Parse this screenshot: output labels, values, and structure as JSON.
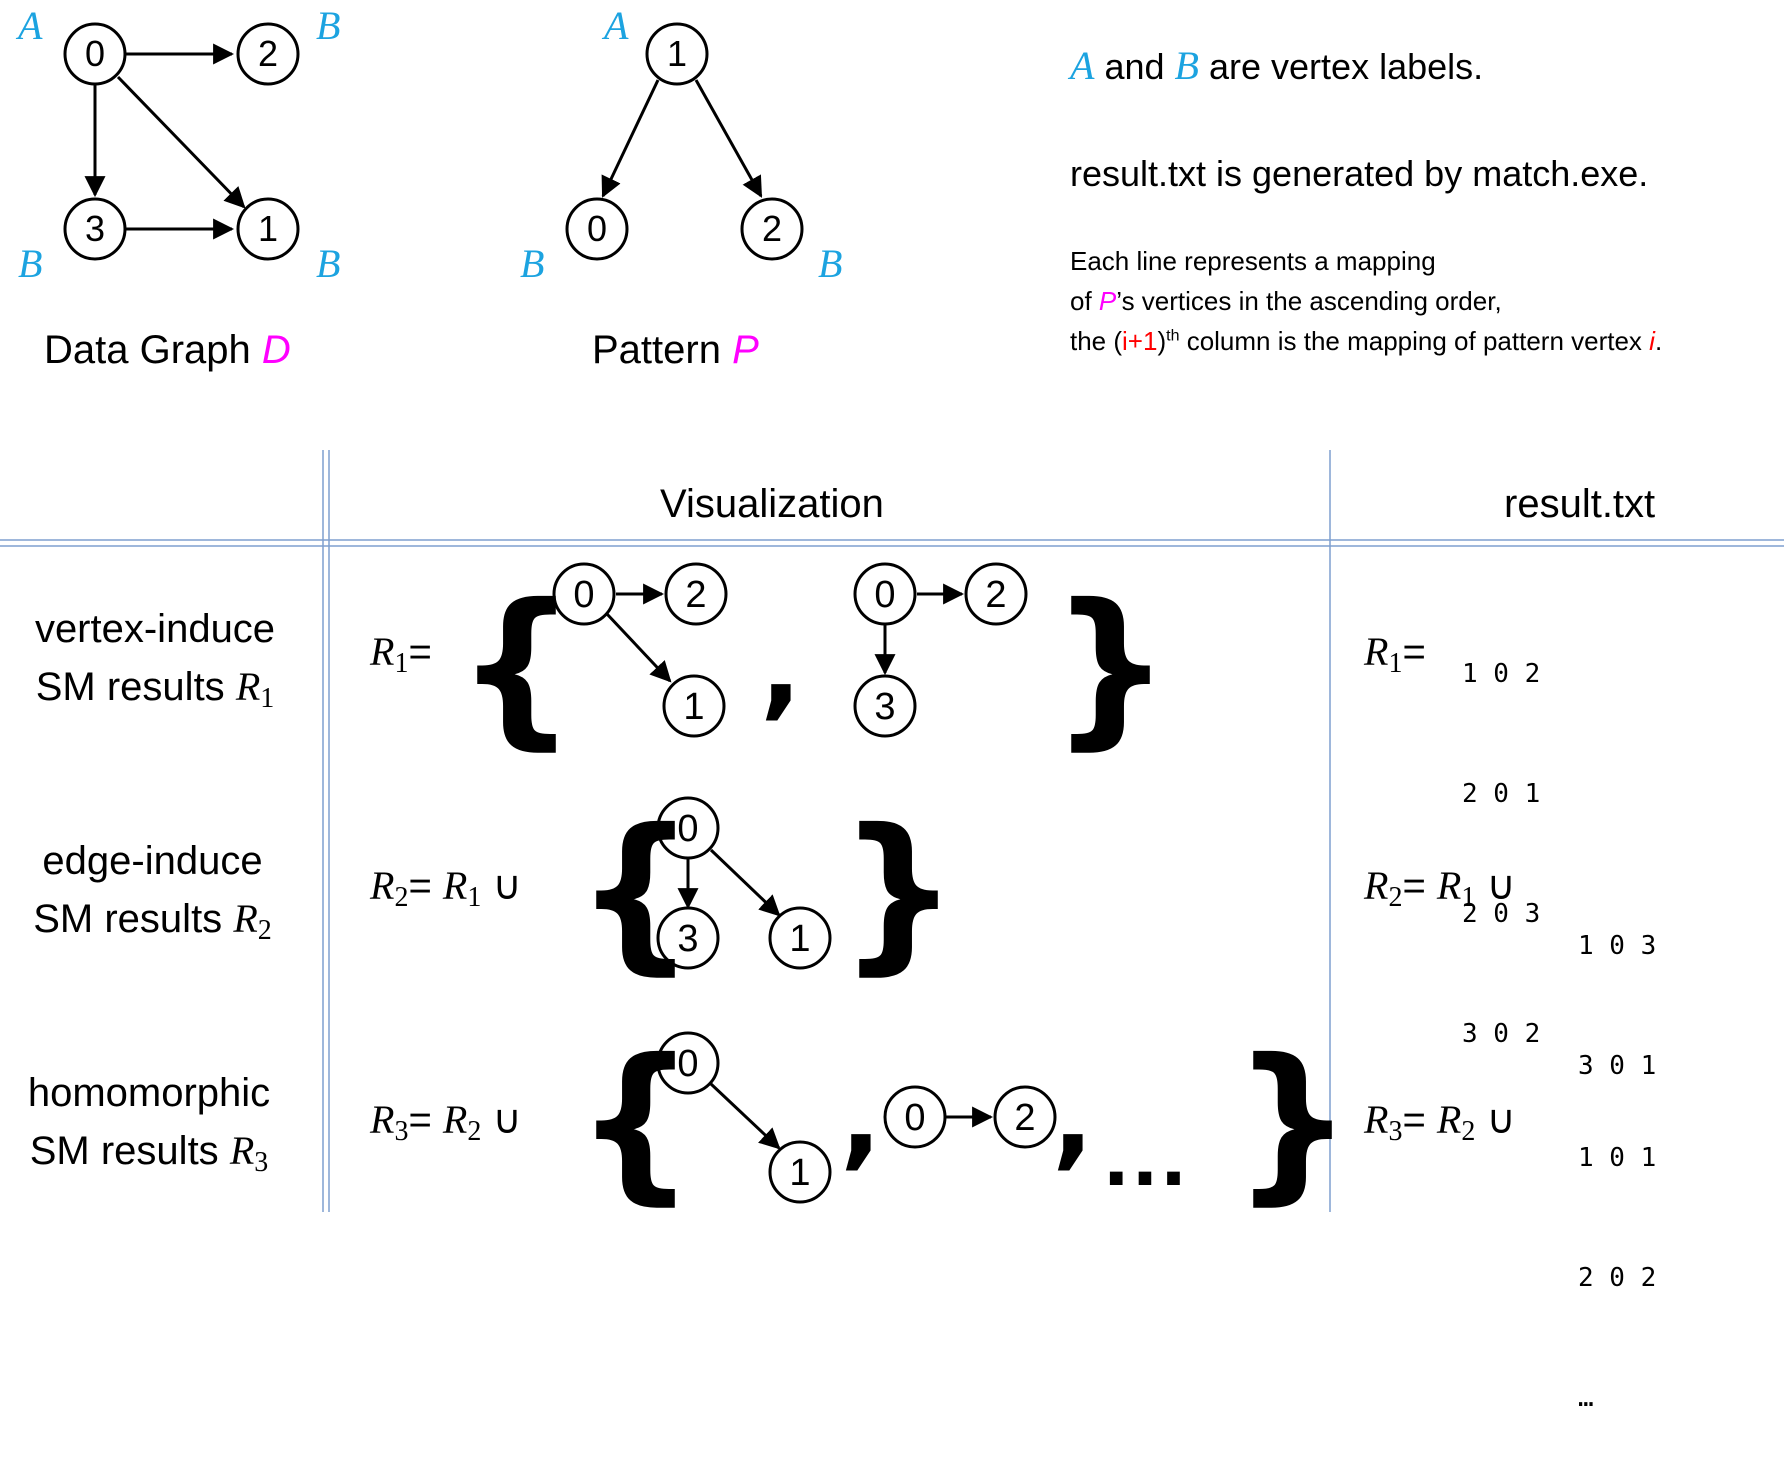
{
  "top": {
    "data_graph": {
      "caption": "Data Graph",
      "caption_symbol": "D",
      "nodes": [
        "0",
        "2",
        "3",
        "1"
      ],
      "labels": [
        "A",
        "B",
        "B",
        "B"
      ]
    },
    "pattern": {
      "caption": "Pattern",
      "caption_symbol": "P",
      "nodes": [
        "1",
        "0",
        "2"
      ],
      "labels": [
        "A",
        "B",
        "B"
      ]
    },
    "notes": {
      "line1_a": "A",
      "line1_and": "and",
      "line1_b": "B",
      "line1_rest": "are vertex labels.",
      "line2": "result.txt is generated by match.exe.",
      "line3": "Each line represents a mapping",
      "line4_of": "of",
      "line4_p": "P",
      "line4_rest": "’s vertices in the ascending order,",
      "line5_the": "the (",
      "line5_i1": "i+1",
      "line5_close": ")",
      "line5_th": "th",
      "line5_rest": " column is the mapping of pattern vertex ",
      "line5_i": "i",
      "line5_end": "."
    }
  },
  "table": {
    "header_visualization": "Visualization",
    "header_result": "result.txt",
    "rows": [
      {
        "name_line1": "vertex-induce",
        "name_line2": "SM results",
        "symbol": "R",
        "sub": "1",
        "vis_lhs_sym": "R",
        "vis_lhs_sub": "1",
        "eq": "=",
        "vis_nodes": [
          "0",
          "2",
          "1",
          "0",
          "2",
          "3"
        ],
        "result_lhs": "R",
        "result_sub": "1",
        "result_eq": "=",
        "result_lines": [
          "1 0 2",
          "2 0 1",
          "2 0 3",
          "3 0 2"
        ]
      },
      {
        "name_line1": "edge-induce",
        "name_line2": "SM results",
        "symbol": "R",
        "sub": "2",
        "vis_lhs_sym": "R",
        "vis_lhs_sub": "2",
        "eq": "=",
        "vis_prev_sym": "R",
        "vis_prev_sub": "1",
        "union": "∪",
        "vis_nodes": [
          "0",
          "3",
          "1"
        ],
        "result_lhs": "R",
        "result_sub": "2",
        "result_eq": "=",
        "result_prev": "R",
        "result_prev_sub": "1",
        "result_union": "∪",
        "result_lines": [
          "1 0 3",
          "3 0 1"
        ]
      },
      {
        "name_line1": "homomorphic",
        "name_line2": "SM results",
        "symbol": "R",
        "sub": "3",
        "vis_lhs_sym": "R",
        "vis_lhs_sub": "3",
        "eq": "=",
        "vis_prev_sym": "R",
        "vis_prev_sub": "2",
        "union": "∪",
        "vis_nodes": [
          "0",
          "1",
          "0",
          "2"
        ],
        "vis_ellipsis": "…",
        "result_lhs": "R",
        "result_sub": "3",
        "result_eq": "=",
        "result_prev": "R",
        "result_prev_sub": "2",
        "result_union": "∪",
        "result_lines": [
          "1 0 1",
          "2 0 2",
          "…"
        ]
      }
    ]
  },
  "colors": {
    "vertex_label": "#1ca3e0",
    "graph_symbol": "#ff00ff",
    "highlight": "#ff0000",
    "table_lines": "#7f9fcf"
  }
}
